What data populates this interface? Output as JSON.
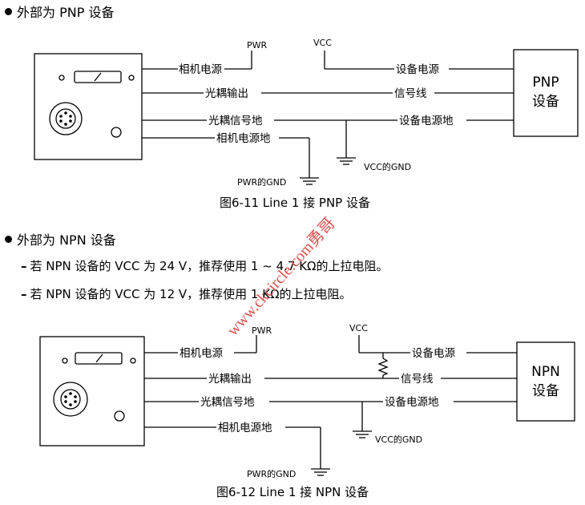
{
  "section1": {
    "bullet": "外部为 PNP 设备",
    "caption": "图6-11  Line 1 接 PNP 设备",
    "device_line1": "PNP",
    "device_line2": "设备",
    "labels": {
      "pwr": "PWR",
      "vcc": "VCC",
      "camera_power": "相机电源",
      "optocoupler_out": "光耦输出",
      "optocoupler_gnd": "光耦信号地",
      "camera_power_gnd": "相机电源地",
      "device_power": "设备电源",
      "signal_line": "信号线",
      "device_power_gnd": "设备电源地",
      "pwr_gnd": "PWR的GND",
      "vcc_gnd": "VCC的GND"
    }
  },
  "section2": {
    "bullet": "外部为 NPN 设备",
    "notes": [
      "若 NPN 设备的 VCC 为 24 V，推荐使用 1 ~ 4.7 KΩ的上拉电阻。",
      "若 NPN 设备的 VCC 为 12 V，推荐使用 1 KΩ的上拉电阻。"
    ],
    "caption": "图6-12  Line 1 接 NPN 设备",
    "device_line1": "NPN",
    "device_line2": "设备",
    "labels": {
      "pwr": "PWR",
      "vcc": "VCC",
      "camera_power": "相机电源",
      "optocoupler_out": "光耦输出",
      "optocoupler_gnd": "光耦信号地",
      "camera_power_gnd": "相机电源地",
      "device_power": "设备电源",
      "signal_line": "信号线",
      "device_power_gnd": "设备电源地",
      "pwr_gnd": "PWR的GND",
      "vcc_gnd": "VCC的GND"
    }
  },
  "watermark": "www.ckcircle.com勇哥"
}
